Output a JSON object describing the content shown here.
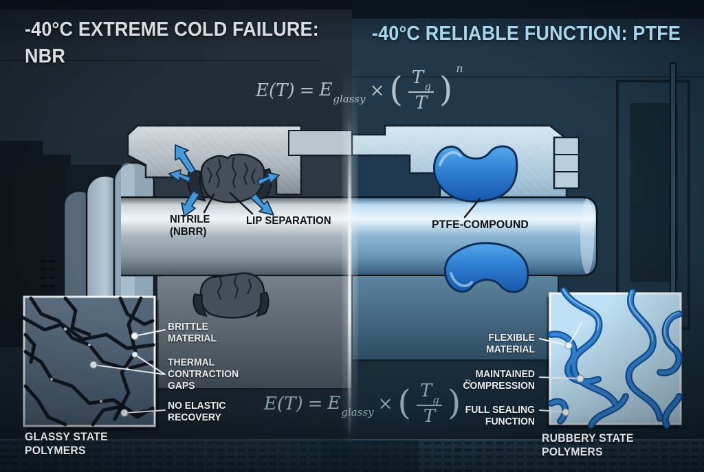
{
  "titles": {
    "left": "-40°C EXTREME COLD FAILURE: NBR",
    "right": "-40°C RELIABLE FUNCTION: PTFE"
  },
  "formula": {
    "lhs": "E(T)",
    "equals": "=",
    "base": "E",
    "base_subscript": "glassy",
    "multiply": "×",
    "open_paren": "(",
    "numerator": "T",
    "numerator_subscript": "g",
    "denominator": "T",
    "close_paren": ")",
    "exponent": "n"
  },
  "seal_labels": {
    "nbr_material": "NITRILE (NBRR)",
    "nbr_failure": "LIP SEPARATION",
    "ptfe_material": "PTFE-COMPOUND"
  },
  "glassy_inset": {
    "callouts": [
      "BRITTLE MATERIAL",
      "THERMAL CONTRACTION GAPS",
      "NO ELASTIC RECOVERY"
    ],
    "caption": "GLASSY STATE POLYMERS"
  },
  "rubbery_inset": {
    "callouts": [
      "FLEXIBLE MATERIAL",
      "MAINTAINED COMPRESSION",
      "FULL SEALING FUNCTION"
    ],
    "caption": "RUBBERY STATE POLYMERS"
  },
  "colors": {
    "title_left": "#d9dde1",
    "title_right": "#a6d5ec",
    "ptfe_seal_blue": "#2e7fd2",
    "arrow_blue": "#4498dc",
    "background_left": "#1e2a33",
    "background_right": "#1f3647"
  }
}
